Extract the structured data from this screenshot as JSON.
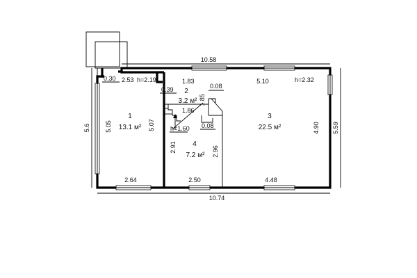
{
  "rooms": [
    {
      "number": "1",
      "area": "13.1 м²"
    },
    {
      "number": "2",
      "area": "3.2 м²"
    },
    {
      "number": "3",
      "area": "22.5 м²"
    },
    {
      "number": "4",
      "area": "7.2 м²"
    }
  ],
  "dimensions": {
    "top_overall": "10.58",
    "bottom_overall": "10.74",
    "left_overall": "5.6",
    "right_overall": "5.59",
    "room1_height": "5.05",
    "room1_bottom": "2.64",
    "room1_right_wall": "5.07",
    "room1_top": "2.53",
    "room1_h": "h=2.19",
    "porch_offset": "0.30",
    "step_039": "0.39",
    "room2_top": "1.83",
    "room2_side": "1.85",
    "room2_width": "1.86",
    "room2_h": "h=1.60",
    "room3_top": "5.10",
    "room3_h": "h=2.32",
    "room3_right": "4.90",
    "room3_bottom": "4.48",
    "room4_left": "2.91",
    "room4_right": "2.96",
    "room4_bottom": "2.50",
    "step_008_top": "0.08",
    "step_008_bottom": "0.08"
  }
}
